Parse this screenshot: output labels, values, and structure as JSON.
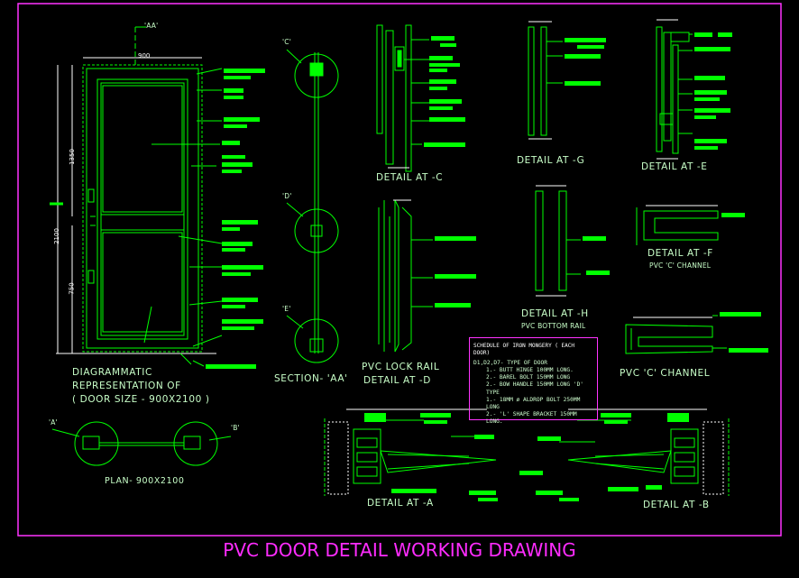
{
  "title": "PVC DOOR DETAIL WORKING DRAWING",
  "labels": {
    "aa_marker": "'AA'",
    "c_marker": "'C'",
    "d_marker": "'D'",
    "e_marker": "'E'",
    "a_marker": "'A'",
    "b_marker": "'B'",
    "diagram_line1": "DIAGRAMMATIC",
    "diagram_line2": "REPRESENTATION OF",
    "diagram_line3": "( DOOR SIZE - 900X2100 )",
    "section_aa": "SECTION- 'AA'",
    "plan": "PLAN- 900X2100",
    "detail_c": "DETAIL AT -C",
    "detail_g": "DETAIL AT -G",
    "detail_e": "DETAIL AT -E",
    "detail_f": "DETAIL AT -F",
    "pvc_c_channel_small": "PVC 'C' CHANNEL",
    "pvc_lock_rail": "PVC LOCK RAIL",
    "detail_d": "DETAIL AT -D",
    "detail_h": "DETAIL AT -H",
    "pvc_bottom_rail": "PVC BOTTOM RAIL",
    "pvc_c_channel": "PVC 'C' CHANNEL",
    "detail_a": "DETAIL AT -A",
    "detail_b": "DETAIL AT -B"
  },
  "dimensions": {
    "width_900": "900",
    "height_2100": "2100",
    "upper_1350": "1350",
    "lower_750": "750"
  },
  "schedule": {
    "heading": "SCHEDULE OF IRON MONGERY ( EACH DOOR)",
    "type_of_door": "D1,D2,D7- TYPE OF DOOR",
    "items": [
      "1.- BUTT HINGE 100MM LONG.",
      "2.- BAREL BOLT 150MM LONG",
      "2.- BOW HANDLE 150MM LONG 'D' TYPE",
      "1.- 18MM ø ALDROP BOLT 250MM LONG",
      "2.- 'L' SHAPE BRACKET 150MM LONG."
    ]
  },
  "colors": {
    "background": "#000000",
    "linework": "#00ff00",
    "callout": "#00ff00",
    "frame": "#ff33ff",
    "title": "#ff2cff",
    "text": "#c8ffc8"
  }
}
